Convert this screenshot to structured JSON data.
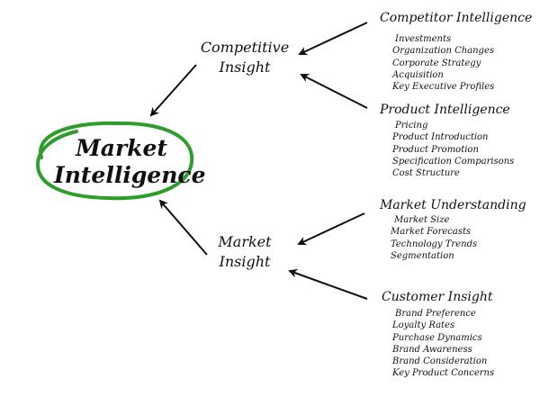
{
  "diagram": {
    "center": {
      "line1": "Market",
      "line2": "Intelligence"
    },
    "competitive": {
      "line1": "Competitive",
      "line2": "Insight"
    },
    "market": {
      "line1": "Market",
      "line2": "Insight"
    },
    "groups": [
      {
        "title": "Competitor Intelligence",
        "items": [
          "Investments",
          "Organization Changes",
          "Corporate Strategy",
          "Acquisition",
          "Key Executive Profiles"
        ]
      },
      {
        "title": "Product Intelligence",
        "items": [
          "Pricing",
          "Product Introduction",
          "Product Promotion",
          "Specification Comparisons",
          "Cost Structure"
        ]
      },
      {
        "title": "Market Understanding",
        "items": [
          "Market Size",
          "Market Forecasts",
          "Technology Trends",
          "Segmentation"
        ]
      },
      {
        "title": "Customer Insight",
        "items": [
          "Brand Preference",
          "Loyalty Rates",
          "Purchase Dynamics",
          "Brand Awareness",
          "Brand Consideration",
          "Key Product Concerns"
        ]
      }
    ],
    "colors": {
      "ring": "#2e9e2a",
      "arrow": "#111111",
      "text": "#111111"
    }
  }
}
